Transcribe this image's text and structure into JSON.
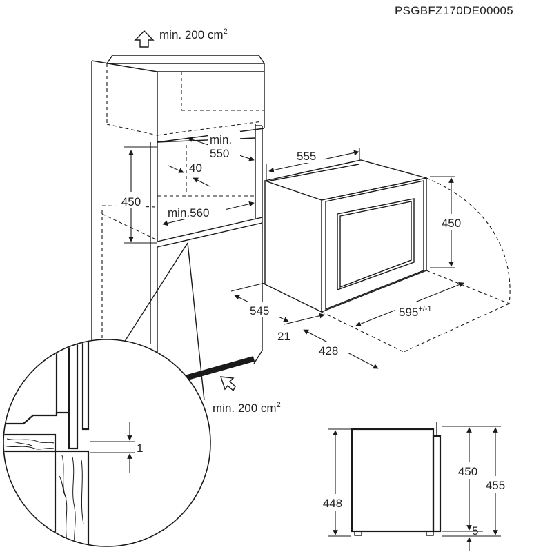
{
  "drawing_code": "PSGBFZ170DE00005",
  "labels": {
    "vent_top": "min. 200 cm",
    "vent_top_sup": "2",
    "vent_bottom": "min. 200 cm",
    "vent_bottom_sup": "2",
    "niche_depth_min_a": "min.",
    "niche_depth_min_b": "550",
    "niche_40": "40",
    "niche_height": "450",
    "niche_width": "min.560",
    "oven_depth": "555",
    "oven_height": "450",
    "oven_545": "545",
    "oven_width": "595",
    "oven_width_sup": "+/-1",
    "oven_21": "21",
    "oven_428": "428",
    "detail_gap": "1",
    "side_448": "448",
    "side_450": "450",
    "side_455": "455",
    "side_5": "5"
  }
}
